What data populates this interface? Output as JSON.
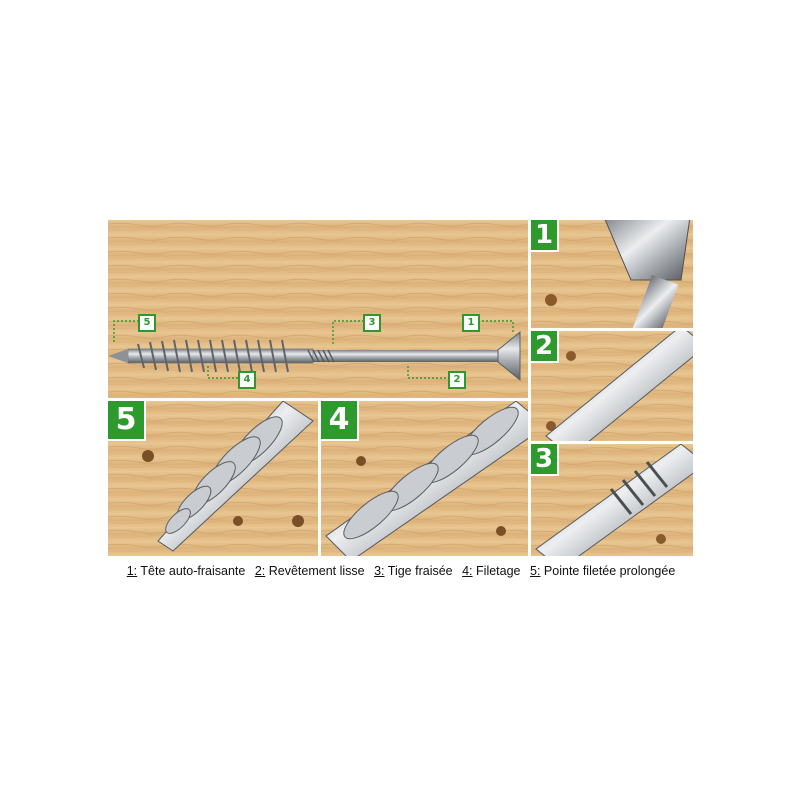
{
  "callouts": [
    "1",
    "2",
    "3",
    "4",
    "5"
  ],
  "panels": {
    "head": "1",
    "coating": "2",
    "shank": "3",
    "thread": "4",
    "tip": "5"
  },
  "legend": [
    {
      "num": "1:",
      "text": "Tête auto-fraisante"
    },
    {
      "num": "2:",
      "text": "Revêtement lisse"
    },
    {
      "num": "3:",
      "text": "Tige fraisée"
    },
    {
      "num": "4:",
      "text": "Filetage"
    },
    {
      "num": "5:",
      "text": "Pointe  filetée prolongée"
    }
  ],
  "colors": {
    "accent": "#2e9a2e",
    "wood": "#e6c28e",
    "metal": "#b8bcc0"
  }
}
